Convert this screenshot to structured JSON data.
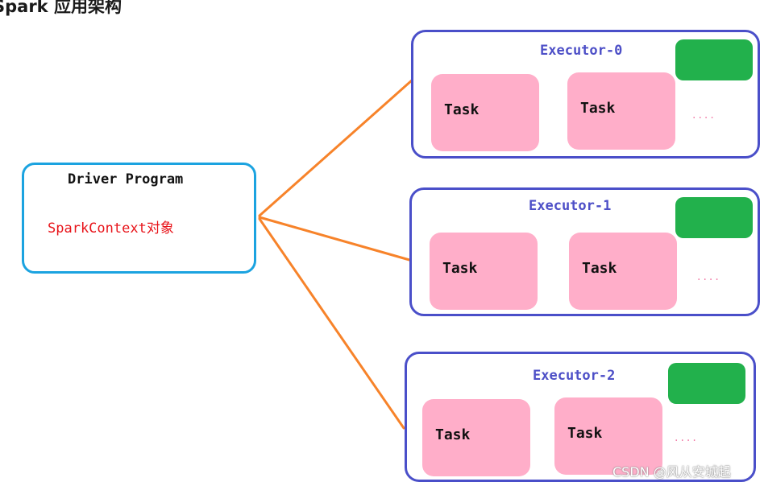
{
  "heading": "Spark 应用架构",
  "driver": {
    "title": "Driver Program",
    "context": "SparkContext对象"
  },
  "executors": [
    {
      "name": "Executor-0",
      "tasks": [
        "Task",
        "Task"
      ],
      "more": "...."
    },
    {
      "name": "Executor-1",
      "tasks": [
        "Task",
        "Task"
      ],
      "more": "...."
    },
    {
      "name": "Executor-2",
      "tasks": [
        "Task",
        "Task"
      ],
      "more": "...."
    }
  ],
  "watermark": "CSDN @风从安城起",
  "colors": {
    "driver_border": "#1ba3e0",
    "executor_border": "#4a4fc9",
    "connector": "#f7832a",
    "task_fill": "#ffaec9",
    "slot_fill": "#22b14c",
    "context_text": "#e8151b"
  }
}
